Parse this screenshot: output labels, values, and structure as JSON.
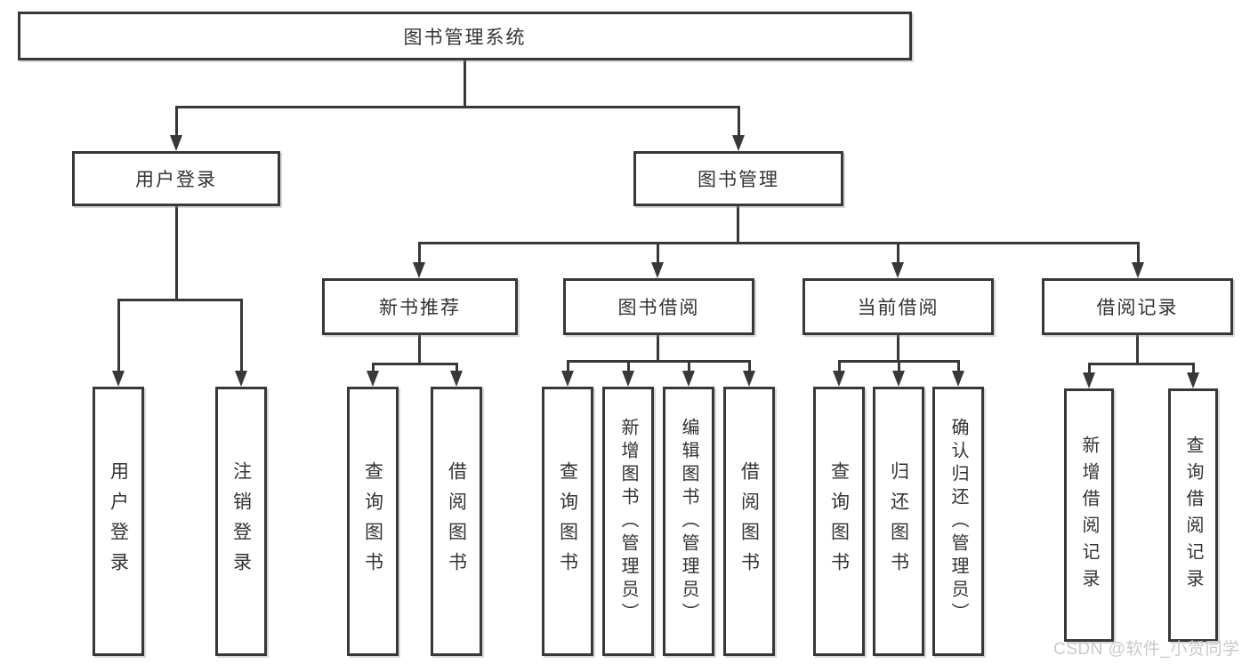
{
  "diagram": {
    "root": {
      "label": "图书管理系统"
    },
    "branches": [
      {
        "label": "用户登录",
        "children": [
          {
            "label": "用户登录"
          },
          {
            "label": "注销登录"
          }
        ]
      },
      {
        "label": "图书管理",
        "children": [
          {
            "label": "新书推荐",
            "children": [
              {
                "label": "查询图书"
              },
              {
                "label": "借阅图书"
              }
            ]
          },
          {
            "label": "图书借阅",
            "children": [
              {
                "label": "查询图书"
              },
              {
                "label": "新增图书（管理员）"
              },
              {
                "label": "编辑图书（管理员）"
              },
              {
                "label": "借阅图书"
              }
            ]
          },
          {
            "label": "当前借阅",
            "children": [
              {
                "label": "查询图书"
              },
              {
                "label": "归还图书"
              },
              {
                "label": "确认归还（管理员）"
              }
            ]
          },
          {
            "label": "借阅记录",
            "children": [
              {
                "label": "新增借阅记录"
              },
              {
                "label": "查询借阅记录"
              }
            ]
          }
        ]
      }
    ]
  },
  "watermark": "CSDN @软件_小贺同学",
  "colors": {
    "line": "#383838",
    "text": "#333333",
    "box_fill": "#ffffff",
    "background": "#ffffff",
    "watermark": "#c6c9cd"
  }
}
